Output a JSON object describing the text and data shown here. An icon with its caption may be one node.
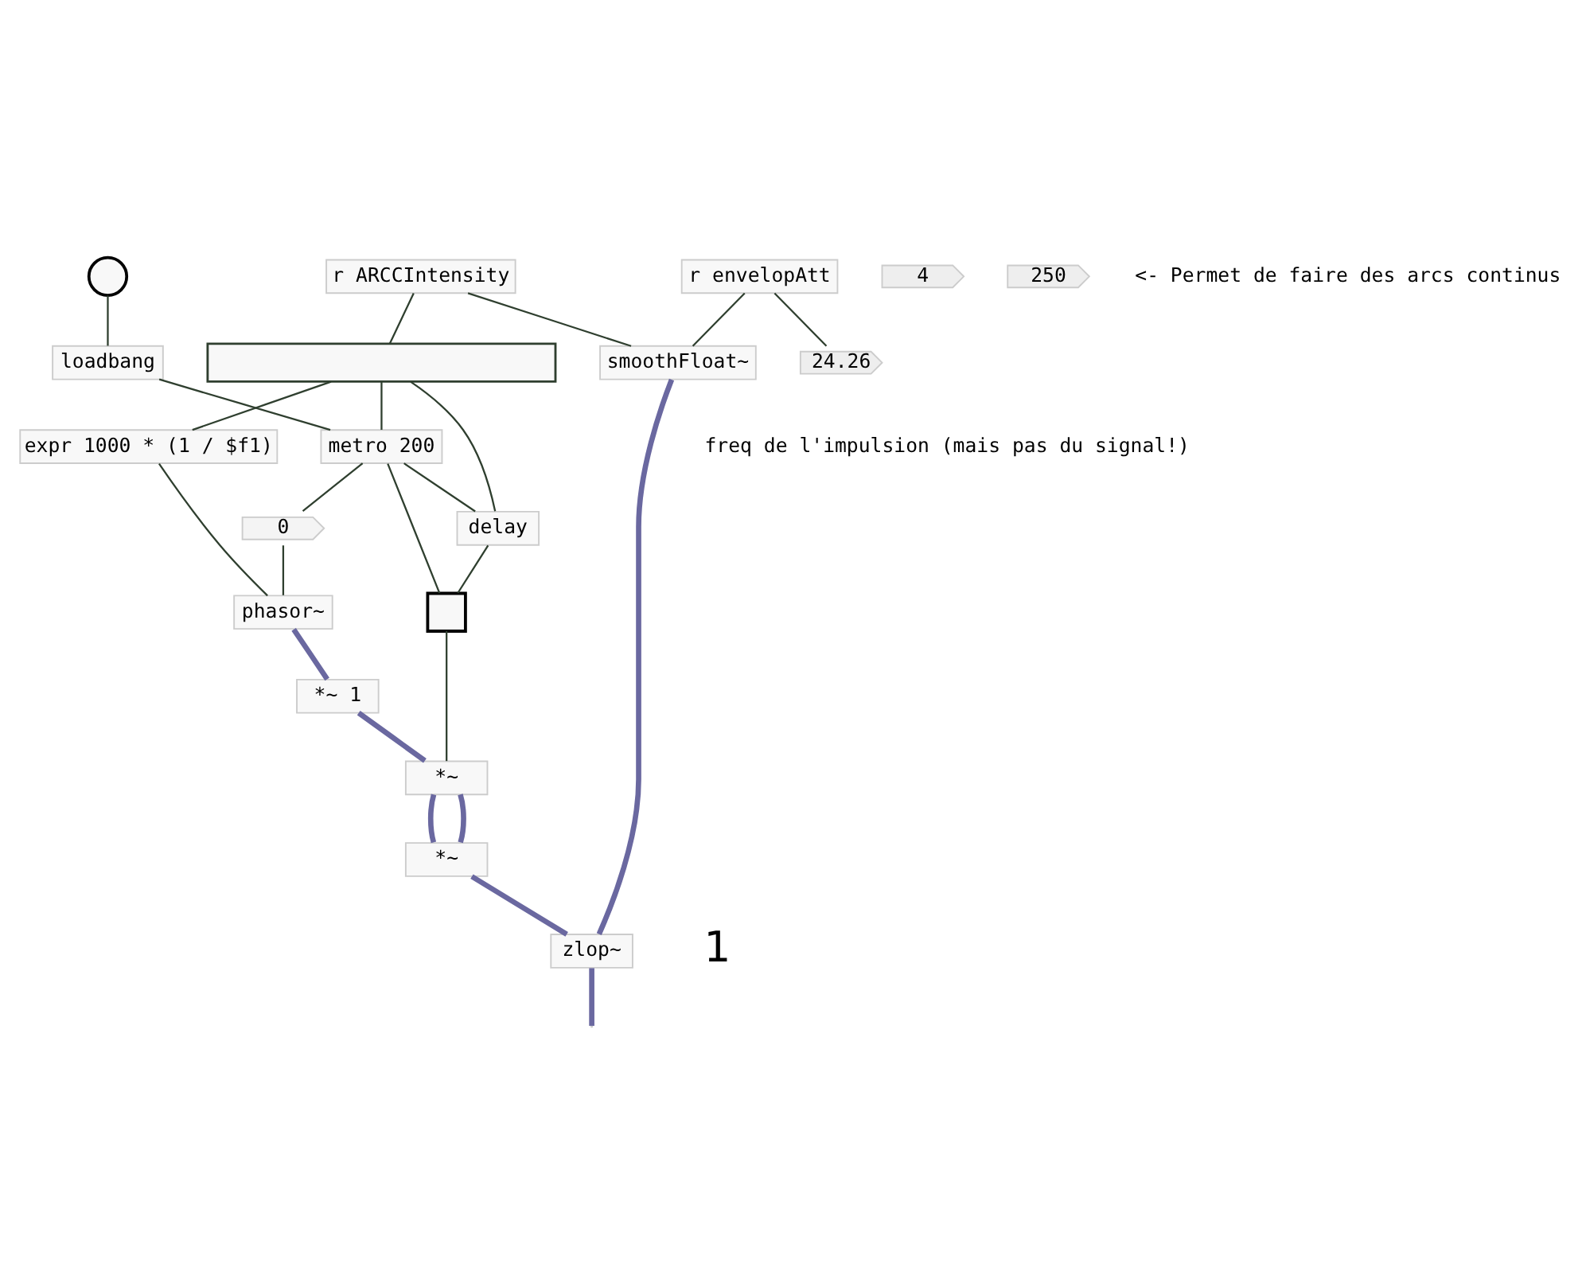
{
  "diagram": {
    "nodes": [
      {
        "text": [
          "r ARCCIntensity"
        ]
      },
      {
        "text": [],
        "shape": "bar"
      },
      {
        "text": [
          "4"
        ]
      },
      {
        "text": [
          "expr 1000 * (1 / $f1)"
        ]
      },
      {
        "text": [
          "250"
        ]
      },
      {
        "text": [
          "delay"
        ]
      },
      {
        "text": [
          "0"
        ]
      },
      {
        "text": [],
        "shape": "circle"
      },
      {
        "text": [
          "loadbang"
        ]
      },
      {
        "text": [
          "phasor~"
        ]
      },
      {
        "text": [
          "metro 200"
        ]
      },
      {
        "text": [
          "*~ 1"
        ]
      },
      {
        "text": [],
        "shape": "box"
      },
      {
        "text": [
          "*~"
        ]
      },
      {
        "text": [
          "*~"
        ]
      },
      {
        "text": [
          "r envelopAtt"
        ]
      },
      {
        "text": [
          "24.26"
        ]
      },
      {
        "text": [
          "smoothFloat~"
        ]
      },
      {
        "text": [
          "zlop~"
        ]
      }
    ],
    "edges": [
      {
        "from": 0,
        "to": 1,
        "arrow": "none"
      },
      {
        "from": 1,
        "to": 3,
        "arrow": "none"
      },
      {
        "from": 1,
        "to": 10,
        "arrow": "none"
      },
      {
        "from": 1,
        "to": 5,
        "arrow": "none"
      },
      {
        "from": 0,
        "to": 17,
        "arrow": "none"
      },
      {
        "from": 3,
        "to": 9,
        "arrow": "none"
      },
      {
        "from": 5,
        "to": 12,
        "arrow": "none"
      },
      {
        "from": 10,
        "to": 5,
        "arrow": "none"
      },
      {
        "from": 10,
        "to": 6,
        "arrow": "none"
      },
      {
        "from": 10,
        "to": 12,
        "arrow": "none"
      },
      {
        "from": 6,
        "to": 9,
        "arrow": "none"
      },
      {
        "from": 7,
        "to": 8,
        "arrow": "none"
      },
      {
        "from": 8,
        "to": 10,
        "arrow": "none"
      },
      {
        "from": 9,
        "to": 11,
        "arrow": "none",
        "style": "thick",
        "color": "#6a68a0"
      },
      {
        "from": 11,
        "to": 13,
        "arrow": "none",
        "style": "thick",
        "color": "#6a68a0"
      },
      {
        "from": 12,
        "to": 13,
        "arrow": "none"
      },
      {
        "from": 13,
        "to": 14,
        "arrow": "none",
        "style": "thick",
        "color": "#6a68a0"
      },
      {
        "from": 13,
        "to": 14,
        "arrow": "none",
        "style": "thick",
        "color": "#6a68a0"
      },
      {
        "from": 14,
        "to": 18,
        "arrow": "none",
        "style": "thick",
        "color": "#6a68a0"
      },
      {
        "from": 17,
        "to": 18,
        "arrow": "none",
        "style": "thick",
        "color": "#6a68a0"
      },
      {
        "from": 15,
        "to": 17,
        "arrow": "none"
      },
      {
        "from": 15,
        "to": 16,
        "arrow": "none"
      },
      {
        "from": 18,
        "to": null,
        "arrow": "none",
        "style": "thick",
        "color": "#6a68a0"
      }
    ],
    "labels": [
      "freq de l'impulsion (mais pas du signal!)",
      "<- Permet de faire des arcs continus",
      "1"
    ]
  }
}
